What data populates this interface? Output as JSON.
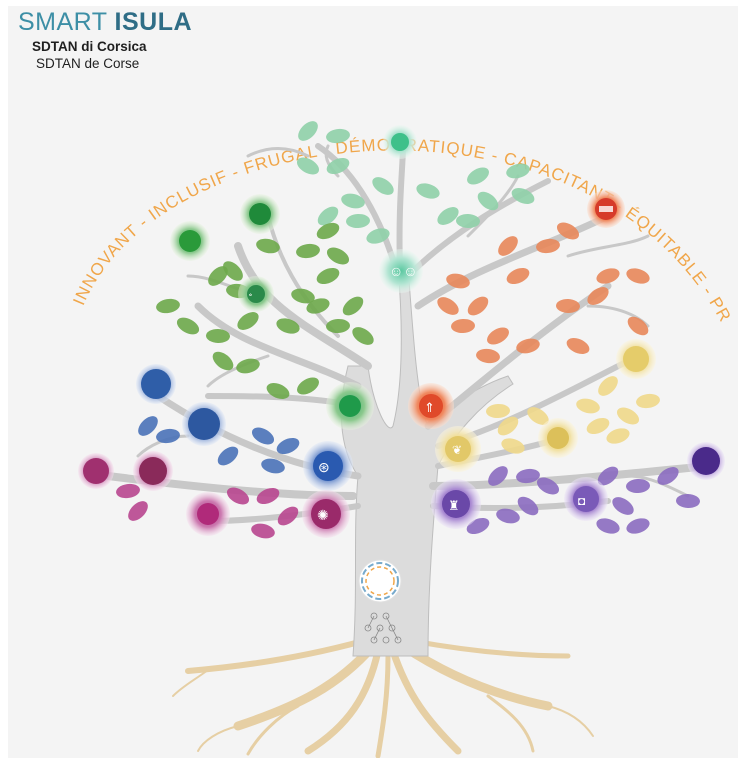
{
  "header": {
    "brand_light": "SMART ",
    "brand_bold": "ISULA",
    "subtitle_corsican": "SDTAN di Corsica",
    "subtitle_french": "SDTAN de Corse"
  },
  "values": [
    {
      "word": "INNOVANT",
      "color": "#f0a64a"
    },
    {
      "word": "INCLUSIF",
      "color": "#f0a64a"
    },
    {
      "word": "FRUGAL",
      "color": "#f0a64a"
    },
    {
      "word": "DÉMOCRATIQUE",
      "color": "#f0a64a"
    },
    {
      "word": "CAPACITANT",
      "color": "#f0a64a"
    },
    {
      "word": "ÉQUITABLE",
      "color": "#f0a64a"
    },
    {
      "word": "PROTECTEUR",
      "color": "#f0a64a"
    }
  ],
  "separator": "-",
  "branch_colors": {
    "green": "#6da84a",
    "mint": "#8fd0a8",
    "orange": "#e8875a",
    "yellow": "#efd889",
    "purple": "#8b6bc0",
    "blue": "#4a72b8",
    "magenta": "#b8468f",
    "trunk": "#dcdcdc",
    "roots": "#e9d3a8"
  },
  "icon_names": [
    "eye-icon",
    "network-icon",
    "virus-icon",
    "camera-icon",
    "lighthouse-icon",
    "arrow-up-icon",
    "leaf-icon",
    "people-icon",
    "atom-icon"
  ]
}
